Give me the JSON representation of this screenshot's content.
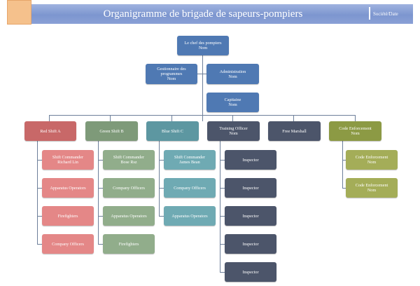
{
  "header": {
    "title": "Organigramme de brigade de sapeurs-pompiers",
    "right_text": "Société/Date"
  },
  "colors": {
    "chief": "#4f79b3",
    "red": "#c86868",
    "red_light": "#e48787",
    "green": "#7e9a79",
    "green_light": "#91ad8b",
    "teal": "#5d97a1",
    "teal_light": "#6faab3",
    "slate": "#4c556a",
    "olive": "#8c9a44",
    "olive_light": "#a4ad58"
  },
  "chief": {
    "title": "Le chef des pompiers",
    "name": "Nom"
  },
  "program_manager": {
    "title": "Gestionnaire des programmes",
    "name": "Nom"
  },
  "administration": {
    "title": "Administration",
    "name": "Nom"
  },
  "captain": {
    "title": "Capitaine",
    "name": "Nom"
  },
  "departments": [
    {
      "label": "Red Shift A",
      "sub": "",
      "items": [
        {
          "title": "Shift Commander",
          "name": "Richard Lin"
        },
        {
          "title": "Apparatus Operators",
          "name": ""
        },
        {
          "title": "Firefighters",
          "name": ""
        },
        {
          "title": "Company Officers",
          "name": ""
        }
      ]
    },
    {
      "label": "Green Shift B",
      "sub": "",
      "items": [
        {
          "title": "Shift Commander",
          "name": "Bose Rsz"
        },
        {
          "title": "Company Officers",
          "name": ""
        },
        {
          "title": "Apparatus Operators",
          "name": ""
        },
        {
          "title": "Firefighters",
          "name": ""
        }
      ]
    },
    {
      "label": "Blue Shift C",
      "sub": "",
      "items": [
        {
          "title": "Shift Commander",
          "name": "James Bean"
        },
        {
          "title": "Company Officers",
          "name": ""
        },
        {
          "title": "Apparatus Operators",
          "name": ""
        }
      ]
    },
    {
      "label": "Training Officer",
      "sub": "Nom",
      "items": [
        {
          "title": "Inspector",
          "name": ""
        },
        {
          "title": "Inspector",
          "name": ""
        },
        {
          "title": "Inspector",
          "name": ""
        },
        {
          "title": "Inspector",
          "name": ""
        },
        {
          "title": "Inspector",
          "name": ""
        }
      ]
    },
    {
      "label": "Free Marshall",
      "sub": "",
      "items": []
    },
    {
      "label": "Code Enforcement",
      "sub": "Nom",
      "items": [
        {
          "title": "Code Enforcement",
          "name": "Nom"
        },
        {
          "title": "Code Enforcement",
          "name": "Nom"
        }
      ]
    }
  ]
}
